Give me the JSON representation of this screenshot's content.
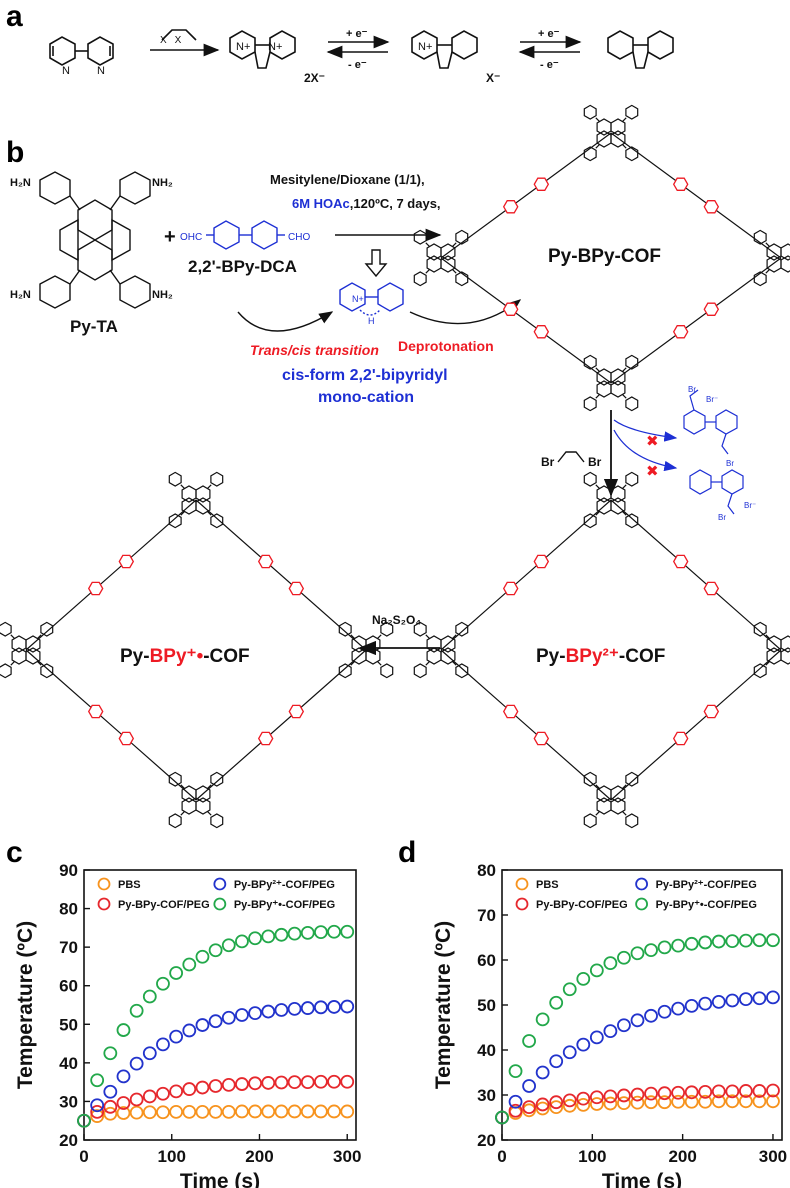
{
  "panel_labels": {
    "a": "a",
    "b": "b",
    "c": "c",
    "d": "d"
  },
  "scheme_a": {
    "reagent": "X    X",
    "counterion_1": "2X⁻",
    "counterion_2": "X⁻",
    "e_plus": "+ e⁻",
    "e_minus": "- e⁻"
  },
  "scheme_b": {
    "py_ta": "Py-TA",
    "nh2": "NH₂",
    "h2n": "H₂N",
    "plus": "+",
    "ohc": "OHC",
    "cho": "CHO",
    "bpy_dca": "2,2'-BPy-DCA",
    "cond_1": "Mesitylene/Dioxane (1/1),",
    "cond_2a": "6M HOAc",
    "cond_2b": ",120ºC, 7 days,",
    "trans_cis": "Trans/cis transition",
    "deprot": "Deprotonation",
    "cis_1": "cis-form 2,2'-bipyridyl",
    "cis_2": "mono-cation",
    "bpy_cof": "Py-BPy-COF",
    "dibromo_br1": "Br",
    "dibromo_br2": "Br",
    "bpy2_prefix": "Py-",
    "bpy2_mid": "BPy²⁺",
    "bpy2_suffix": "-COF",
    "na2s2o4": "Na₂S₂O₄",
    "bpyr_prefix": "Py-",
    "bpyr_mid": "BPy⁺•",
    "bpyr_suffix": "-COF",
    "br_ion": "Br⁻",
    "h": "H",
    "n_plus": "N+",
    "n": "N",
    "cross": "✖"
  },
  "colors": {
    "red": "#ee1b24",
    "blue": "#1d2fd4",
    "black": "#111111",
    "pbs": "#f7931e",
    "cof": "#e6282d",
    "bpy2": "#2233cc",
    "bpyr": "#22a84a"
  },
  "chart_data": [
    {
      "panel": "c",
      "type": "scatter",
      "xlabel": "Time (s)",
      "ylabel": "Temperature (ºC)",
      "xlim": [
        0,
        310
      ],
      "ylim": [
        20,
        90
      ],
      "xticks": [
        0,
        100,
        200,
        300
      ],
      "yticks": [
        20,
        30,
        40,
        50,
        60,
        70,
        80,
        90
      ],
      "x": [
        0,
        15,
        30,
        45,
        60,
        75,
        90,
        105,
        120,
        135,
        150,
        165,
        180,
        195,
        210,
        225,
        240,
        255,
        270,
        285,
        300
      ],
      "legend_position": "top",
      "series": [
        {
          "name": "PBS",
          "color": "#f7931e",
          "values": [
            25,
            26.2,
            26.8,
            27.0,
            27.1,
            27.2,
            27.2,
            27.3,
            27.3,
            27.3,
            27.3,
            27.3,
            27.4,
            27.4,
            27.4,
            27.4,
            27.4,
            27.4,
            27.4,
            27.4,
            27.4
          ]
        },
        {
          "name": "Py-BPy-COF/PEG",
          "color": "#e6282d",
          "values": [
            25,
            27.3,
            28.6,
            29.6,
            30.5,
            31.3,
            32.0,
            32.6,
            33.2,
            33.6,
            34.0,
            34.3,
            34.5,
            34.7,
            34.8,
            34.9,
            35.0,
            35.0,
            35.1,
            35.1,
            35.1
          ]
        },
        {
          "name": "Py-BPy²⁺-COF/PEG",
          "color": "#2233cc",
          "values": [
            25,
            29.0,
            32.5,
            36.5,
            39.8,
            42.5,
            44.8,
            46.8,
            48.4,
            49.8,
            50.8,
            51.7,
            52.4,
            52.9,
            53.3,
            53.7,
            54.0,
            54.2,
            54.4,
            54.5,
            54.6
          ]
        },
        {
          "name": "Py-BPy⁺•-COF/PEG",
          "color": "#22a84a",
          "values": [
            25,
            35.5,
            42.5,
            48.5,
            53.5,
            57.2,
            60.5,
            63.3,
            65.5,
            67.5,
            69.2,
            70.5,
            71.5,
            72.3,
            72.8,
            73.2,
            73.5,
            73.7,
            73.9,
            74.0,
            74.0
          ]
        }
      ]
    },
    {
      "panel": "d",
      "type": "scatter",
      "xlabel": "Time (s)",
      "ylabel": "Temperature (ºC)",
      "xlim": [
        0,
        310
      ],
      "ylim": [
        20,
        80
      ],
      "xticks": [
        0,
        100,
        200,
        300
      ],
      "yticks": [
        20,
        30,
        40,
        50,
        60,
        70,
        80
      ],
      "x": [
        0,
        15,
        30,
        45,
        60,
        75,
        90,
        105,
        120,
        135,
        150,
        165,
        180,
        195,
        210,
        225,
        240,
        255,
        270,
        285,
        300
      ],
      "legend_position": "top",
      "series": [
        {
          "name": "PBS",
          "color": "#f7931e",
          "values": [
            25,
            26.0,
            26.6,
            27.0,
            27.3,
            27.6,
            27.8,
            28.0,
            28.1,
            28.2,
            28.3,
            28.4,
            28.4,
            28.5,
            28.5,
            28.5,
            28.6,
            28.6,
            28.6,
            28.6,
            28.6
          ]
        },
        {
          "name": "Py-BPy-COF/PEG",
          "color": "#e6282d",
          "values": [
            25,
            26.5,
            27.3,
            27.9,
            28.4,
            28.8,
            29.2,
            29.5,
            29.7,
            29.9,
            30.1,
            30.3,
            30.4,
            30.5,
            30.6,
            30.7,
            30.8,
            30.8,
            30.9,
            30.9,
            31.0
          ]
        },
        {
          "name": "Py-BPy²⁺-COF/PEG",
          "color": "#2233cc",
          "values": [
            25,
            28.5,
            32.0,
            35.0,
            37.5,
            39.5,
            41.2,
            42.8,
            44.2,
            45.5,
            46.6,
            47.6,
            48.5,
            49.2,
            49.8,
            50.3,
            50.7,
            51.0,
            51.3,
            51.5,
            51.7
          ]
        },
        {
          "name": "Py-BPy⁺•-COF/PEG",
          "color": "#22a84a",
          "values": [
            25,
            35.3,
            42.0,
            46.8,
            50.5,
            53.5,
            55.8,
            57.7,
            59.3,
            60.5,
            61.5,
            62.2,
            62.8,
            63.2,
            63.6,
            63.9,
            64.1,
            64.2,
            64.3,
            64.4,
            64.4
          ]
        }
      ]
    }
  ]
}
